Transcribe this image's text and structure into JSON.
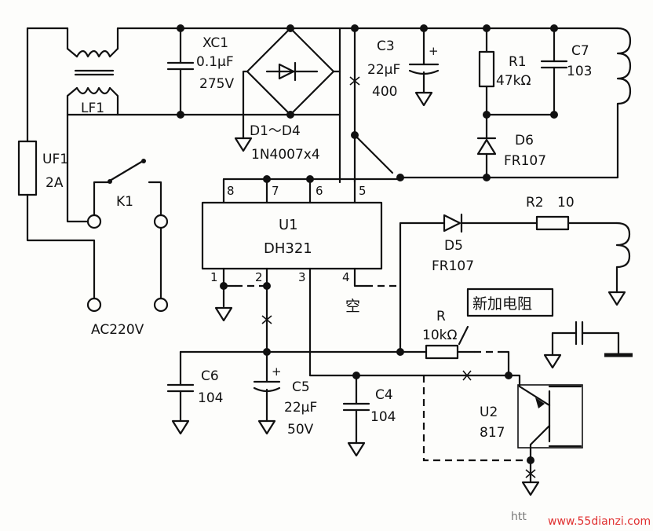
{
  "labels": {
    "xc1_name": "XC1",
    "xc1_value": "0.1μF",
    "xc1_voltage": "275V",
    "lf1": "LF1",
    "uf1_name": "UF1",
    "uf1_value": "2A",
    "k1": "K1",
    "ac": "AC220V",
    "bridge_name": "D1～D4",
    "bridge_part": "1N4007x4",
    "c3_name": "C3",
    "c3_value": "22μF",
    "c3_voltage": "400",
    "r1_name": "R1",
    "r1_value": "47kΩ",
    "c7_name": "C7",
    "c7_value": "103",
    "d6_name": "D6",
    "d6_part": "FR107",
    "u1_name": "U1",
    "u1_part": "DH321",
    "pin1": "1",
    "pin2": "2",
    "pin3": "3",
    "pin4": "4",
    "pin5": "5",
    "pin6": "6",
    "pin7": "7",
    "pin8": "8",
    "kong": "空",
    "r2_name": "R2",
    "r2_value": "10",
    "d5_name": "D5",
    "d5_part": "FR107",
    "r_name": "R",
    "r_value": "10kΩ",
    "new_resistor": "新加电阻",
    "c6_name": "C6",
    "c6_value": "104",
    "c5_name": "C5",
    "c5_value": "22μF",
    "c5_voltage": "50V",
    "c4_name": "C4",
    "c4_value": "104",
    "u2_name": "U2",
    "u2_part": "817",
    "plus_c3": "+",
    "plus_c5": "+"
  },
  "watermark": {
    "prefix": "htt",
    "site": "www.55dianzi.com"
  }
}
